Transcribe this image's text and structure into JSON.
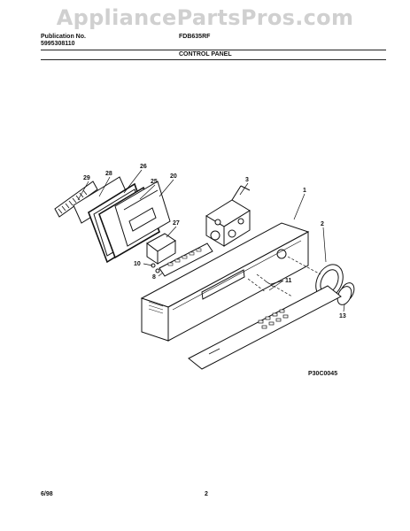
{
  "watermark": "AppliancePartsPros.com",
  "header": {
    "publication_label": "Publication No.",
    "publication_number": "5995308110",
    "model": "FDB635RF",
    "section_title": "CONTROL PANEL"
  },
  "callouts": {
    "c29": "29",
    "c28": "28",
    "c26": "26",
    "c25": "25",
    "c20": "20",
    "c3": "3",
    "c1": "1",
    "c27": "27",
    "c10": "10",
    "c8": "8",
    "c2": "2",
    "c11": "11",
    "c13": "13"
  },
  "figure_code": "P30C0045",
  "footer": {
    "date": "6/98",
    "page": "2"
  }
}
